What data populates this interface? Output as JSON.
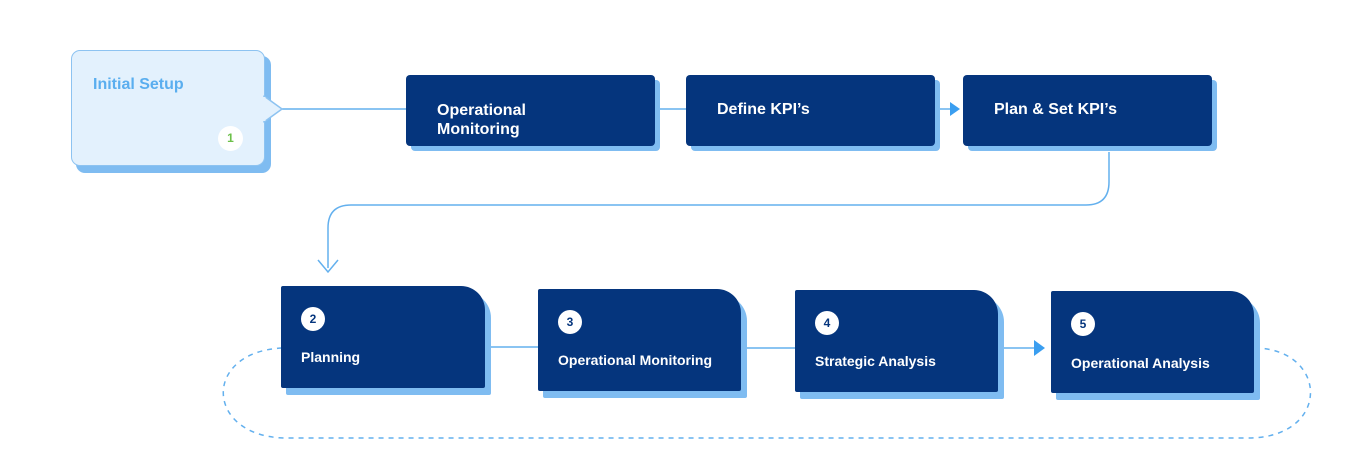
{
  "colors": {
    "box_fill": "#05357d",
    "box_shadow": "#7fbcf1",
    "connector": "#63b0ee",
    "setup_fill": "#e3f1fd",
    "setup_text": "#5aaeef",
    "setup_badge_text": "#6cc04a"
  },
  "initial_setup": {
    "title": "Initial Setup",
    "step": "1"
  },
  "top_flow": [
    {
      "label": "Operational\nMonitoring"
    },
    {
      "label": "Define KPI’s"
    },
    {
      "label": "Plan & Set KPI’s"
    }
  ],
  "bottom_flow": [
    {
      "step": "2",
      "label": "Planning"
    },
    {
      "step": "3",
      "label": "Operational Monitoring"
    },
    {
      "step": "4",
      "label": "Strategic Analysis"
    },
    {
      "step": "5",
      "label": "Operational Analysis"
    }
  ]
}
